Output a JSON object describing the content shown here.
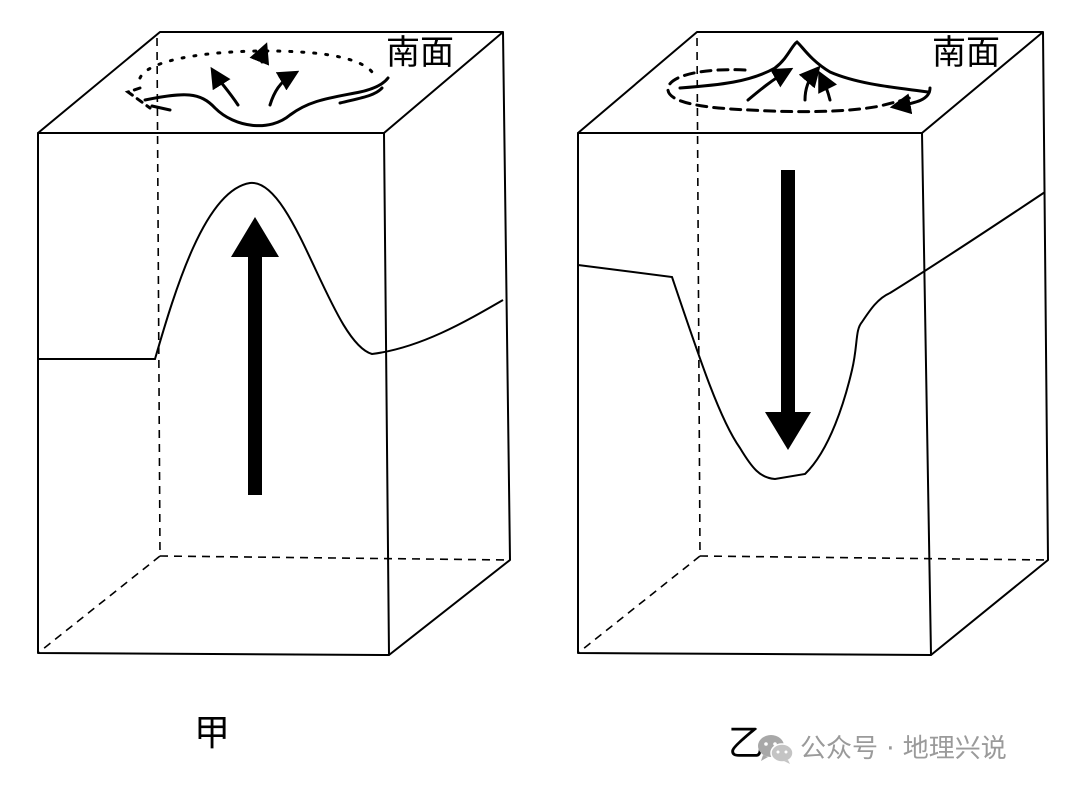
{
  "blocks": [
    {
      "id": "jia",
      "face_label": "南面",
      "caption": "甲",
      "arrow_direction": "up"
    },
    {
      "id": "yi",
      "face_label": "南面",
      "caption": "乙",
      "arrow_direction": "down"
    }
  ],
  "watermark": {
    "text": "公众号 · 地理兴说",
    "icon": "wechat-icon"
  },
  "colors": {
    "line": "#000000",
    "watermark": "#9a9a9a",
    "background": "#ffffff"
  }
}
